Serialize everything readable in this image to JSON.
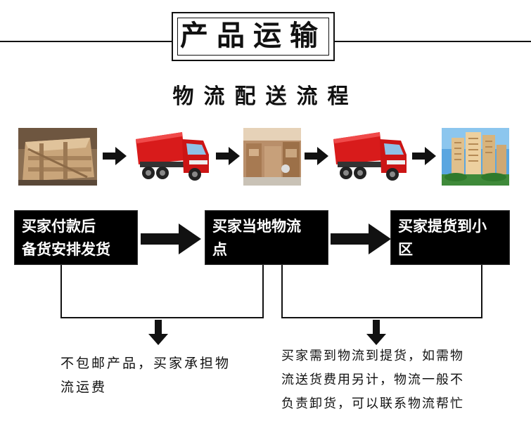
{
  "header": {
    "title": "产品运输",
    "subtitle": "物流配送流程"
  },
  "images": [
    {
      "name": "wooden-crate",
      "alt": ""
    },
    {
      "name": "red-truck",
      "alt": ""
    },
    {
      "name": "warehouse",
      "alt": ""
    },
    {
      "name": "red-truck",
      "alt": ""
    },
    {
      "name": "apartment-building",
      "alt": ""
    }
  ],
  "flow": {
    "step1": {
      "line1": "买家付款后",
      "line2": "备货安排发货"
    },
    "step2": {
      "line1": "买家当地物流",
      "line2": "点"
    },
    "step3": {
      "line1": "买家提货到小",
      "line2": "区"
    }
  },
  "notes": {
    "left": {
      "line1": "不包邮产品，买家承担物",
      "line2": "流运费"
    },
    "right": {
      "line1": "买家需到物流到提货，如需物",
      "line2": "流送货费用另计，物流一般不",
      "line3": "负责卸货，可以联系物流帮忙"
    }
  },
  "colors": {
    "box_bg": "#000000",
    "box_text": "#ffffff",
    "truck_red": "#d81b1b",
    "line": "#111111"
  }
}
